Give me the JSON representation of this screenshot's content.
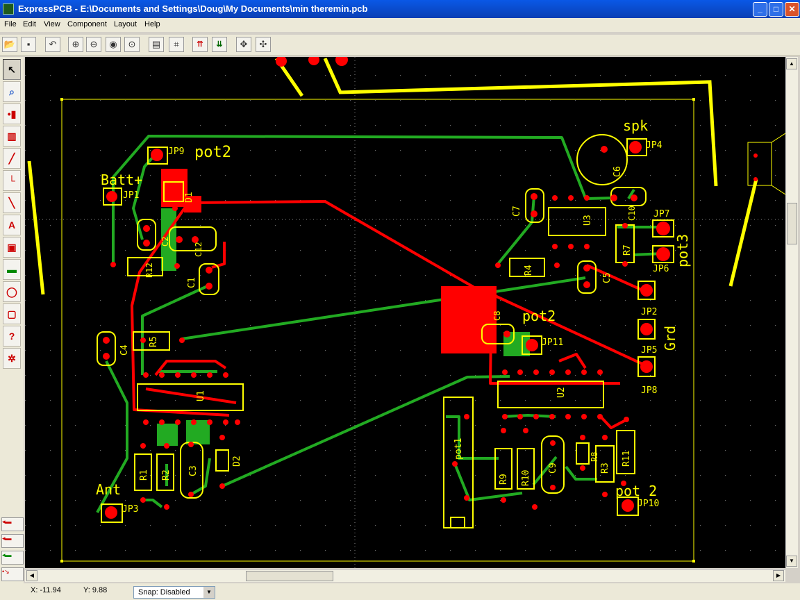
{
  "window": {
    "title": "ExpressPCB - E:\\Documents and Settings\\Doug\\My Documents\\min theremin.pcb"
  },
  "menu": [
    "File",
    "Edit",
    "View",
    "Component",
    "Layout",
    "Help"
  ],
  "toolbar_icons": [
    "open-icon",
    "save-icon",
    "undo-icon",
    "zoom-in-icon",
    "zoom-out-icon",
    "zoom-fit-icon",
    "zoom-board-icon",
    "properties-icon",
    "netlist-icon",
    "top-layer-icon",
    "bottom-layer-icon",
    "move-icon",
    "pan-icon"
  ],
  "left_tools": [
    "select-tool",
    "zoom-tool",
    "pad-tool",
    "component-tool",
    "trace-tool",
    "corner-tool",
    "rubber-band-tool",
    "text-tool",
    "fill-tool",
    "plane-tool",
    "circle-tool",
    "rectangle-tool",
    "query-tool",
    "net-tool"
  ],
  "labels": {
    "spk": "spk",
    "JP4": "JP4",
    "JP9": "JP9",
    "pot2_top": "pot2",
    "Batt": "Batt+",
    "JP1": "JP1",
    "D1": "D1",
    "C2": "C2",
    "C6": "C6",
    "C7": "C7",
    "U3": "U3",
    "C10": "C10",
    "JP7": "JP7",
    "pot3": "pot3",
    "R7": "R7",
    "JP6": "JP6",
    "R4": "R4",
    "C5": "C5",
    "R12": "R12",
    "C12": "C12",
    "C1": "C1",
    "JP2": "JP2",
    "C8": "C8",
    "pot2_mid": "pot2",
    "Grd": "Grd",
    "JP5": "JP5",
    "JP11": "JP11",
    "C4": "C4",
    "R5": "R5",
    "JP8": "JP8",
    "U1": "U1",
    "U2": "U2",
    "pot1": "pot1",
    "R9": "R9",
    "R10": "R10",
    "C9": "C9",
    "R8": "R8",
    "R3": "R3",
    "R11": "R11",
    "R1": "R1",
    "R2": "R2",
    "C3": "C3",
    "D2": "D2",
    "Ant": "Ant",
    "JP3": "JP3",
    "pot_2": "pot 2",
    "JP10": "JP10"
  },
  "colors": {
    "bg": "#000000",
    "silk": "#ffff00",
    "top": "#ff0000",
    "bottom": "#22aa22"
  },
  "status": {
    "x": "X: -11.94",
    "y": "Y: 9.88",
    "snap": "Snap:  Disabled"
  }
}
